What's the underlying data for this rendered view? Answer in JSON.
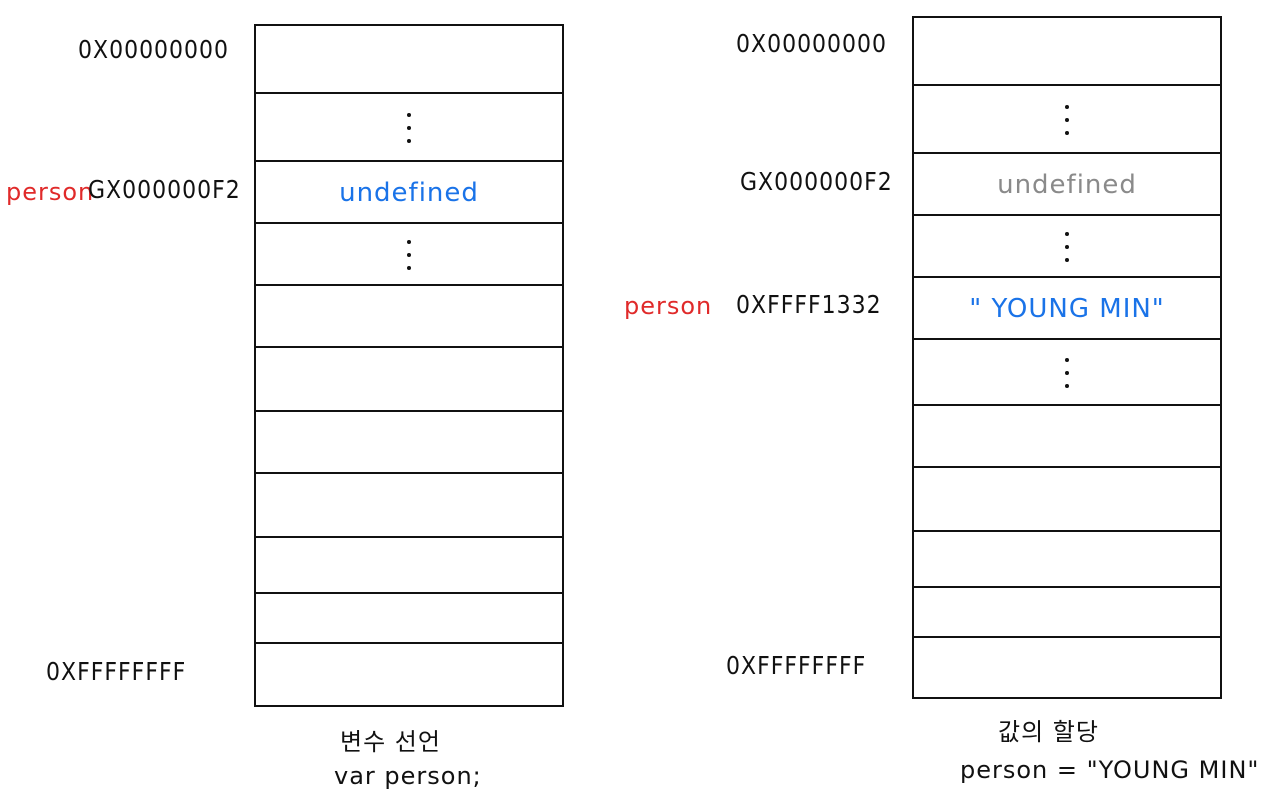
{
  "left": {
    "addresses": {
      "top": "0X00000000",
      "middle": "GX000000F2",
      "bottom": "0XFFFFFFFF"
    },
    "variable": "person",
    "value": "undefined",
    "caption_title": "변수 선언",
    "caption_code": "var person;"
  },
  "right": {
    "addresses": {
      "top": "0X00000000",
      "middle": "GX000000F2",
      "assigned": "0XFFFF1332",
      "bottom": "0XFFFFFFFF"
    },
    "variable": "person",
    "old_value": "undefined",
    "new_value": "\" YOUNG MIN\"",
    "caption_title": "값의 할당",
    "caption_code": "person = \"YOUNG MIN\""
  },
  "colors": {
    "variable": "#e02a2a",
    "value": "#1a73e8",
    "stale_value": "#8a8a8a",
    "line": "#111111"
  }
}
